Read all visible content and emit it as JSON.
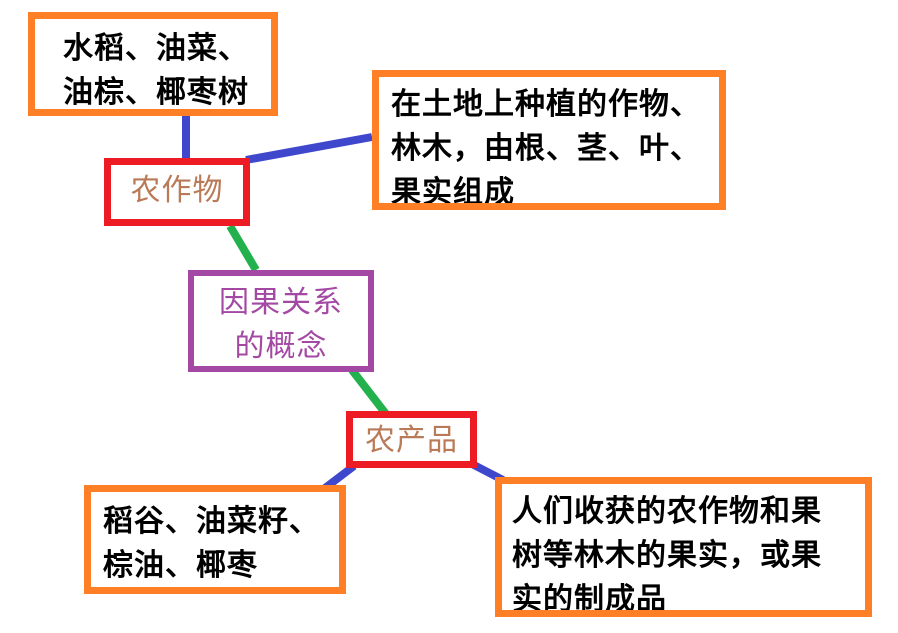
{
  "nodes": {
    "crop_examples": "水稻、油菜、\n油棕、椰枣树",
    "crop": "农作物",
    "crop_definition": "在土地上种植的作物、\n林木，由根、茎、叶、\n果实组成",
    "center": "因果关系\n的概念",
    "product": "农产品",
    "product_examples": "稻谷、油菜籽、\n棕油、椰枣",
    "product_definition": "人们收获的农作物和果\n树等林木的果实，或果\n实的制成品"
  },
  "colors": {
    "orange_border": "#ff7f27",
    "red_border": "#ed1c24",
    "purple_border": "#a349a4",
    "blue_line": "#3f48cc",
    "green_line": "#22b14c",
    "brown_text": "#b97a57",
    "purple_text": "#a349a4"
  }
}
